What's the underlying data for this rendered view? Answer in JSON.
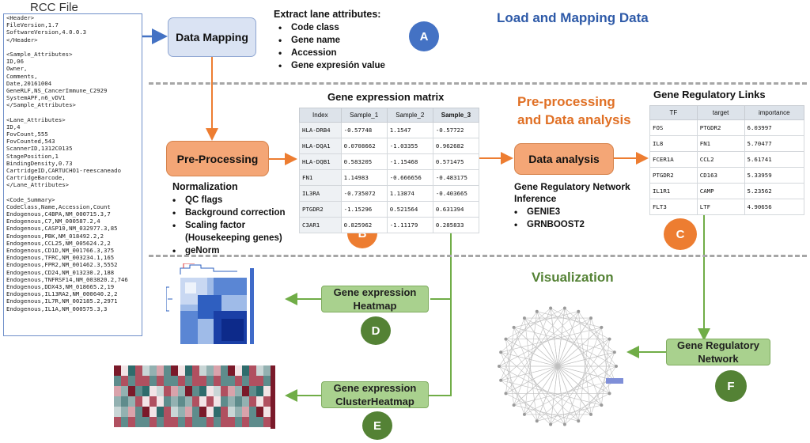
{
  "rcc": {
    "title": "RCC File",
    "lines": [
      "<Header>",
      "FileVersion,1.7",
      "SoftwareVersion,4.0.0.3",
      "</Header>",
      "",
      "<Sample_Attributes>",
      "ID,06",
      "Owner,",
      "Comments,",
      "Date,20161004",
      "GeneRLF,NS_CancerImmune_C2929",
      "SystemAPF,n6_vDV1",
      "</Sample_Attributes>",
      "",
      "<Lane_Attributes>",
      "ID,4",
      "FovCount,555",
      "FovCounted,543",
      "ScannerID,1312C0135",
      "StagePosition,1",
      "BindingDensity,0.73",
      "CartridgeID,CARTUCHO1-reescaneado",
      "CartridgeBarcode,",
      "</Lane_Attributes>",
      "",
      "<Code_Summary>",
      "CodeClass,Name,Accession,Count",
      "Endogenous,C4BPA,NM_000715.3,7",
      "Endogenous,C7,NM_000587.2,4",
      "Endogenous,CASP10,NM_032977.3,85",
      "Endogenous,PBK,NM_018492.2,2",
      "Endogenous,CCL25,NM_005624.2,2",
      "Endogenous,CD1D,NM_001766.3,375",
      "Endogenous,TFRC,NM_003234.1,165",
      "Endogenous,FPR2,NM_001462.3,5552",
      "Endogenous,CD24,NM_013230.2,188",
      "Endogenous,TNFRSF14,NM_003820.2,746",
      "Endogenous,DDX43,NM_018665.2,19",
      "Endogenous,IL13RA2,NM_000640.2,2",
      "Endogenous,IL7R,NM_002185.2,2971",
      "Endogenous,IL1A,NM_000575.3,3"
    ]
  },
  "mapping": {
    "box_label": "Data Mapping",
    "extract_title": "Extract lane attributes:",
    "attributes": [
      "Code class",
      "Gene name",
      "Accession",
      "Gene expresión value"
    ],
    "section_title": "Load and Mapping Data",
    "badge": "A"
  },
  "preprocessing": {
    "box_label": "Pre-Processing",
    "normalization_title": "Normalization",
    "steps": [
      "QC flags",
      "Background correction",
      "Scaling factor (Housekeeping genes)",
      "geNorm"
    ],
    "badge": "B"
  },
  "matrix": {
    "title": "Gene expression matrix",
    "columns": [
      "Index",
      "Sample_1",
      "Sample_2",
      "Sample_3"
    ],
    "rows": [
      [
        "HLA-DRB4",
        "-0.57748",
        "1.1547",
        "-0.57722"
      ],
      [
        "HLA-DQA1",
        "0.0708662",
        "-1.03355",
        "0.962682"
      ],
      [
        "HLA-DQB1",
        "0.583205",
        "-1.15468",
        "0.571475"
      ],
      [
        "FN1",
        "1.14983",
        "-0.666656",
        "-0.483175"
      ],
      [
        "IL3RA",
        "-0.735072",
        "1.13874",
        "-0.403665"
      ],
      [
        "PTGDR2",
        "-1.15296",
        "0.521564",
        "0.631394"
      ],
      [
        "C3AR1",
        "0.825962",
        "-1.11179",
        "0.285833"
      ]
    ]
  },
  "analysis": {
    "section_title_line1": "Pre-processing",
    "section_title_line2": "and Data analysis",
    "box_label": "Data analysis",
    "inference_line1": "Gene Regulatory Network",
    "inference_line2": "Inference",
    "methods": [
      "GENIE3",
      "GRNBOOST2"
    ]
  },
  "links": {
    "title": "Gene Regulatory Links",
    "columns": [
      "TF",
      "target",
      "importance"
    ],
    "rows": [
      [
        "FOS",
        "PTGDR2",
        "6.03997"
      ],
      [
        "IL8",
        "FN1",
        "5.70477"
      ],
      [
        "FCER1A",
        "CCL2",
        "5.61741"
      ],
      [
        "PTGDR2",
        "CD163",
        "5.33959"
      ],
      [
        "IL1R1",
        "CAMP",
        "5.23562"
      ],
      [
        "FLT3",
        "LTF",
        "4.90656"
      ]
    ],
    "badge": "C"
  },
  "visualization": {
    "section_title": "Visualization",
    "heatmap_line1": "Gene expression",
    "heatmap_line2": "Heatmap",
    "heatmap_badge": "D",
    "cluster_line1": "Gene expression",
    "cluster_line2": "ClusterHeatmap",
    "cluster_badge": "E",
    "network_line1": "Gene Regulatory",
    "network_line2": "Network",
    "network_badge": "F"
  },
  "colors": {
    "blue_box": "#dae3f3",
    "orange_box": "#f4a676",
    "green_box": "#a9d18e",
    "blue_badge": "#4472c4",
    "orange_badge": "#ed7d31",
    "green_badge": "#548235",
    "arrow_orange": "#ed7d31",
    "arrow_green": "#70ad47",
    "arrow_blue": "#4472c4"
  }
}
